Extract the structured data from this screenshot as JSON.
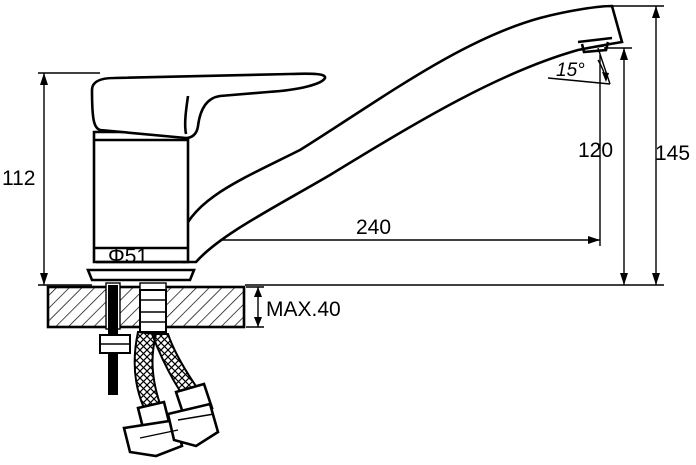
{
  "diagram": {
    "dimensions": {
      "height_left": "112",
      "height_right": "145",
      "spout_height": "120",
      "spout_reach": "240",
      "base_diameter": "Φ51",
      "mount_thickness": "MAX.40",
      "angle": "15°"
    },
    "colors": {
      "line": "#000000",
      "background": "#ffffff"
    }
  }
}
